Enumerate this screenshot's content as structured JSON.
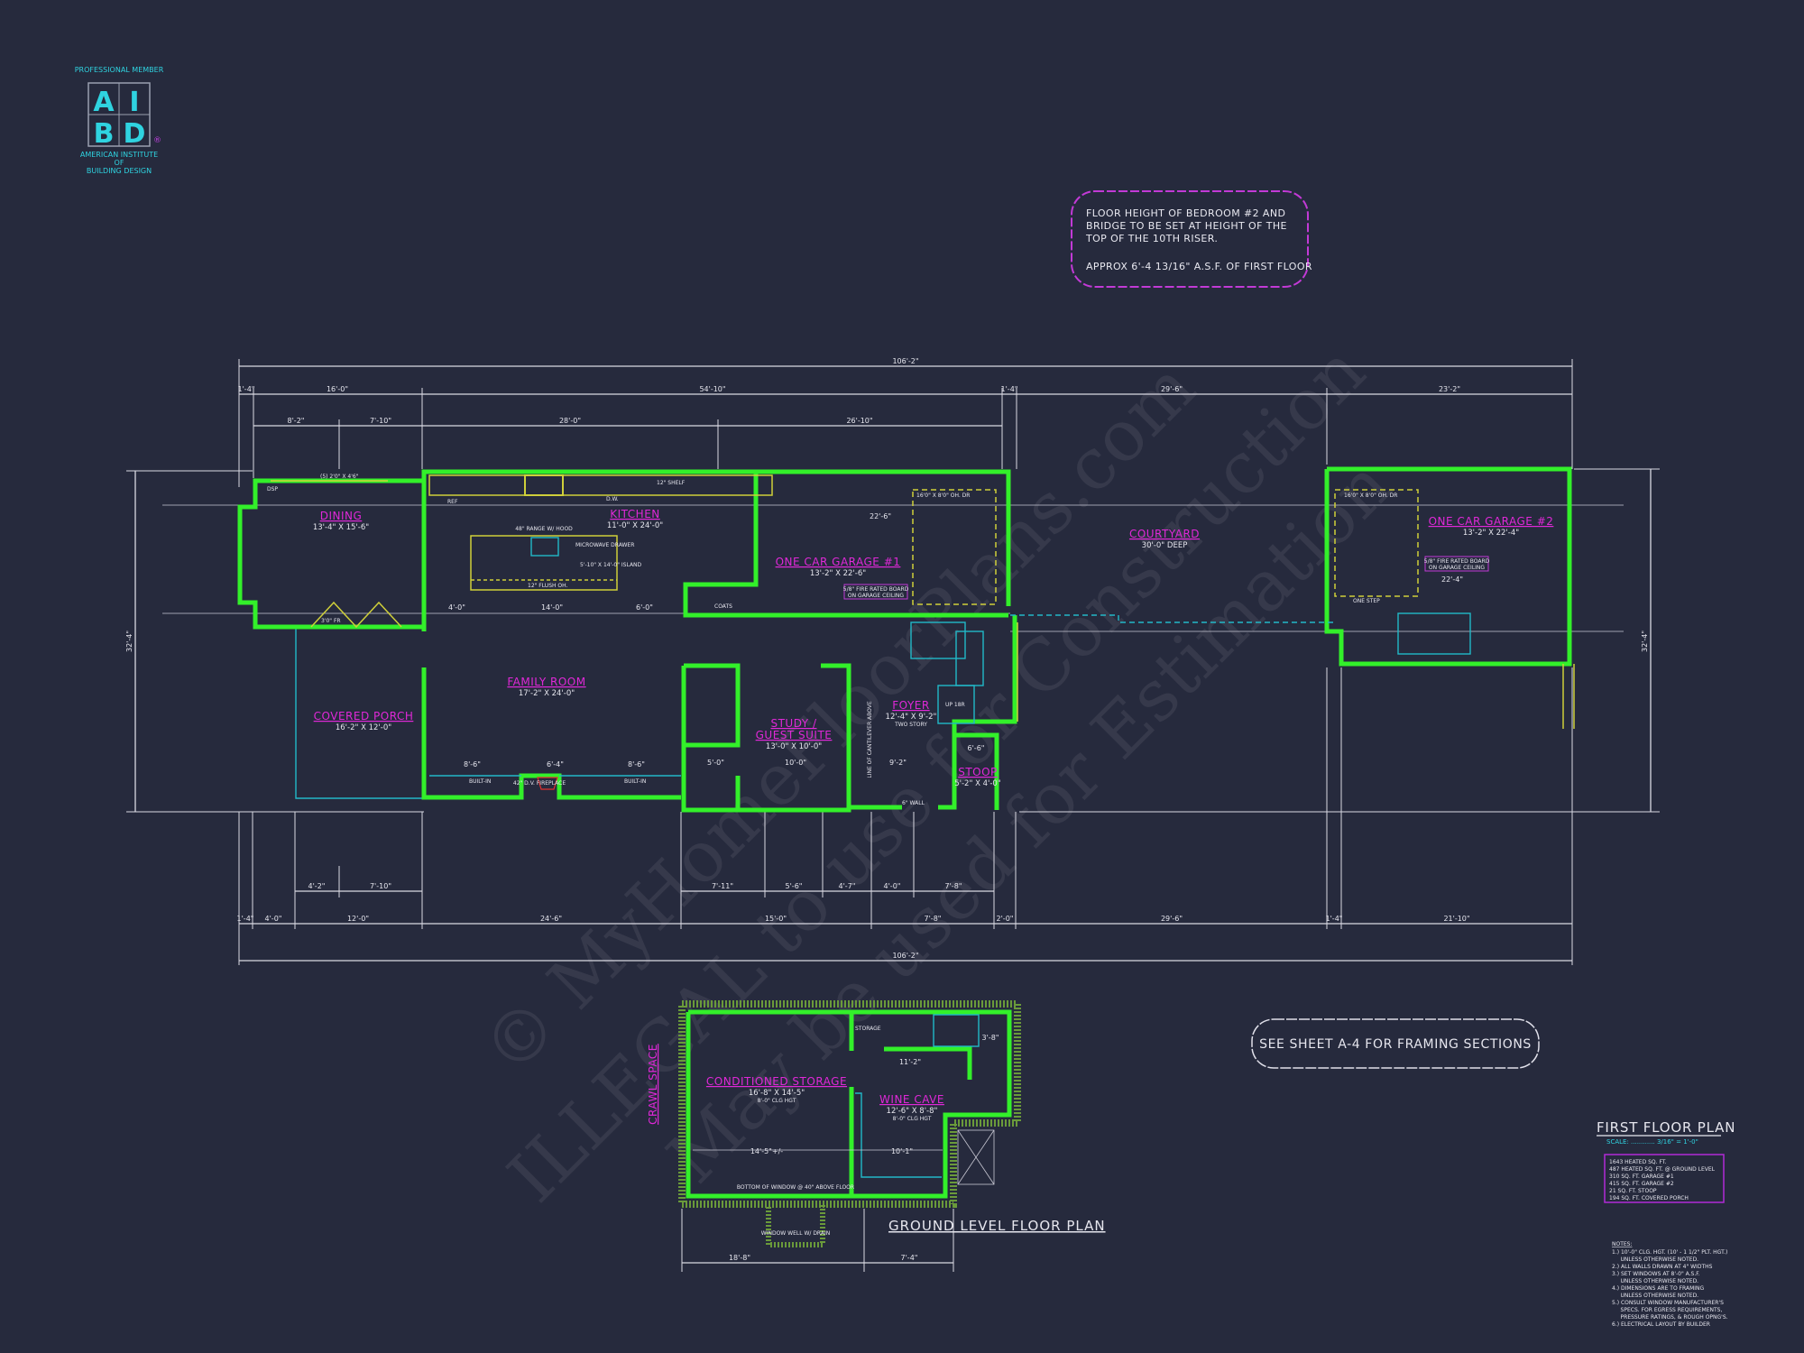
{
  "logo": {
    "top_text": "PROFESSIONAL MEMBER",
    "letters": [
      "A",
      "I",
      "B",
      "D"
    ],
    "bottom_text_1": "AMERICAN INSTITUTE",
    "bottom_text_2": "OF",
    "bottom_text_3": "BUILDING DESIGN",
    "registered": "®"
  },
  "callout_note": {
    "lines": [
      "FLOOR HEIGHT OF BEDROOM #2 AND",
      "BRIDGE TO BE SET AT HEIGHT OF THE",
      "TOP OF THE 10TH RISER."
    ],
    "approx": "APPROX 6'-4 13/16\" A.S.F. OF FIRST FLOOR"
  },
  "see_sheet_note": "SEE SHEET A-4 FOR FRAMING SECTIONS",
  "rooms": {
    "dining": {
      "name": "DINING",
      "size": "13'-4\" X 15'-6\""
    },
    "kitchen": {
      "name": "KITCHEN",
      "size": "11'-0\" X 24'-0\""
    },
    "garage1": {
      "name": "ONE CAR GARAGE #1",
      "size": "13'-2\" X 22'-6\"",
      "note": [
        "5/8\" FIRE RATED BOARD",
        "ON GARAGE CEILING"
      ],
      "door": "16'0\" X 8'0\" OH. DR"
    },
    "courtyard": {
      "name": "COURTYARD",
      "size": "30'-0\" DEEP"
    },
    "garage2": {
      "name": "ONE CAR GARAGE #2",
      "size": "13'-2\" X 22'-4\"",
      "note": [
        "5/8\" FIRE RATED BOARD",
        "ON GARAGE CEILING"
      ],
      "door": "16'0\" X 8'0\" OH. DR",
      "step": "ONE STEP"
    },
    "family": {
      "name": "FAMILY ROOM",
      "size": "17'-2\" X 24'-0\""
    },
    "porch": {
      "name": "COVERED PORCH",
      "size": "16'-2\" X 12'-0\""
    },
    "study": {
      "name_1": "STUDY /",
      "name_2": "GUEST SUITE",
      "size": "13'-0\" X 10'-0\""
    },
    "foyer": {
      "name": "FOYER",
      "size": "12'-4\" X 9'-2\"",
      "sub": "TWO STORY"
    },
    "stoop": {
      "name": "STOOP",
      "size": "5'-2\" X 4'-0\""
    },
    "storage": {
      "name": "CONDITIONED STORAGE",
      "size": "16'-8\" X 14'-5\"",
      "sub": "8'-0\" CLG HGT"
    },
    "wine": {
      "name": "WINE CAVE",
      "size": "12'-6\" X 8'-8\"",
      "sub": "8'-0\" CLG HGT"
    },
    "crawl": "CRAWL SPACE"
  },
  "fixtures": {
    "range": "48\" RANGE W/ HOOD",
    "ref": "REF",
    "dw": "D.W.",
    "island": "5'-10\" X 14'-0\" ISLAND",
    "flush": "12\" FLUSH OH.",
    "microwave": "MICROWAVE DRAWER",
    "shelf": "12\" SHELF",
    "coats": "COATS",
    "fireplace": "42\" D.V. FIREPLACE",
    "builtin": "BUILT-IN",
    "dsp": "DSP",
    "windows": "(5) 2'0\" X 4'6\"",
    "french": "3'0\" FR",
    "storage_small": "STORAGE",
    "window_well": "WINDOW WELL W/ DRAIN",
    "window_bottom": "BOTTOM OF WINDOW @ 40\" ABOVE FLOOR",
    "cantilever": "LINE OF CANTILEVER ABOVE",
    "wall6": "6\" WALL",
    "up": "UP 18R"
  },
  "dimensions": {
    "overall": "106'-2\"",
    "top_row": [
      "1'-4\"",
      "16'-0\"",
      "54'-10\"",
      "1'-4\"",
      "29'-6\"",
      "23'-2\""
    ],
    "top_row_2": [
      "8'-2\"",
      "7'-10\"",
      "28'-0\"",
      "26'-10\""
    ],
    "bottom_row_1": [
      "4'-2\"",
      "7'-10\"",
      "7'-11\"",
      "5'-6\"",
      "4'-7\"",
      "4'-0\"",
      "7'-8\""
    ],
    "bottom_row_2": [
      "1'-4\"",
      "4'-0\"",
      "12'-0\"",
      "24'-6\"",
      "15'-0\"",
      "7'-8\"",
      "2'-0\"",
      "29'-6\"",
      "1'-4\"",
      "21'-10\""
    ],
    "left_side": "32'-4\"",
    "right_side": "32'-4\"",
    "ground_bottom": [
      "18'-8\"",
      "7'-4\""
    ],
    "interior": [
      "22'-6\"",
      "22'-4\"",
      "14'-0\"",
      "4'-0\"",
      "6'-0\"",
      "8'-6\"",
      "6'-4\"",
      "8'-6\"",
      "5'-0\"",
      "10'-0\"",
      "9'-2\"",
      "14'-5\"+/-",
      "10'-1\"",
      "11'-2\"",
      "3'-8\"",
      "6'-6\""
    ]
  },
  "ground_plan_title": "GROUND LEVEL FLOOR PLAN",
  "title_block": {
    "title": "FIRST FLOOR PLAN",
    "scale": "SCALE: ............ 3/16\" = 1'-0\"",
    "areas": [
      "1643 HEATED SQ. FT.",
      "487 HEATED SQ. FT. @ GROUND LEVEL",
      "310 SQ. FT. GARAGE #1",
      "415 SQ. FT. GARAGE #2",
      "21 SQ. FT. STOOP",
      "194 SQ. FT. COVERED PORCH"
    ],
    "notes_title": "NOTES:",
    "notes": [
      "1.) 10'-0\" CLG. HGT. (10' - 1 1/2\" PLT. HGT.)",
      "     UNLESS OTHERWISE NOTED.",
      "2.) ALL WALLS DRAWN AT 4\" WIDTHS",
      "3.) SET WINDOWS AT 8'-0\" A.S.F.",
      "     UNLESS OTHERWISE NOTED.",
      "4.) DIMENSIONS ARE TO FRAMING",
      "     UNLESS OTHERWISE NOTED.",
      "5.) CONSULT WINDOW MANUFACTURER'S",
      "     SPECS. FOR EGRESS REQUIREMENTS,",
      "     PRESSURE RATINGS, & ROUGH OPNG'S.",
      "6.) ELECTRICAL LAYOUT BY BUILDER"
    ]
  },
  "watermark": [
    "© MyHomeFloorPlans.com",
    "ILLEGAL to use for Construction",
    "May be used for Estimation"
  ],
  "colors": {
    "background": "#262a3d",
    "walls": "#33f02a",
    "room_labels": "#e028d8",
    "dimensions": "#e6e6ee",
    "fixtures": "#cfcf3a",
    "plumbing": "#22b8c8",
    "logo": "#2fd3e0"
  }
}
